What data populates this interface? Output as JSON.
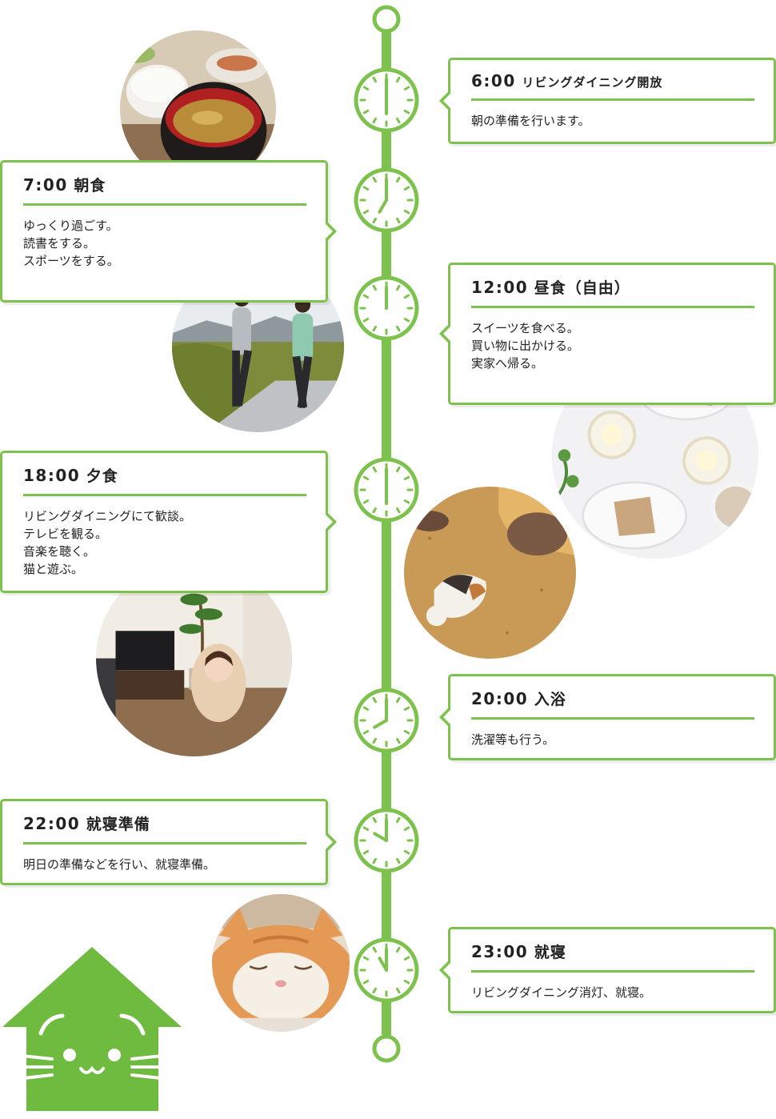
{
  "colors": {
    "accent": "#7cc24d",
    "clock_face": "#ffffff",
    "house": "#6ebb3f"
  },
  "schedule": [
    {
      "time": "6:00",
      "title": "リビングダイニング開放",
      "body": "朝の準備を行います。",
      "clock_hour": 6,
      "clock_minute": 0,
      "side": "right"
    },
    {
      "time": "7:00",
      "title": "朝食",
      "body": "ゆっくり過ごす。\n読書をする。\nスポーツをする。",
      "clock_hour": 7,
      "clock_minute": 0,
      "side": "left"
    },
    {
      "time": "12:00",
      "title": "昼食（自由）",
      "body": "スイーツを食べる。\n買い物に出かける。\n実家へ帰る。",
      "clock_hour": 12,
      "clock_minute": 0,
      "side": "right"
    },
    {
      "time": "18:00",
      "title": "夕食",
      "body": "リビングダイニングにて歓談。\nテレビを観る。\n音楽を聴く。\n猫と遊ぶ。",
      "clock_hour": 6,
      "clock_minute": 0,
      "side": "left"
    },
    {
      "time": "20:00",
      "title": "入浴",
      "body": "洗濯等も行う。",
      "clock_hour": 8,
      "clock_minute": 0,
      "side": "right"
    },
    {
      "time": "22:00",
      "title": "就寝準備",
      "body": "明日の準備などを行い、就寝準備。",
      "clock_hour": 10,
      "clock_minute": 0,
      "side": "left"
    },
    {
      "time": "23:00",
      "title": "就寝",
      "body": "リビングダイニング消灯、就寝。",
      "clock_hour": 11,
      "clock_minute": 0,
      "side": "right"
    }
  ],
  "photos": [
    {
      "subject": "breakfast"
    },
    {
      "subject": "walking"
    },
    {
      "subject": "sweets"
    },
    {
      "subject": "cat-play"
    },
    {
      "subject": "tv-room"
    },
    {
      "subject": "sleeping-cat"
    }
  ],
  "logo": {
    "subject": "cat-house-logo"
  }
}
